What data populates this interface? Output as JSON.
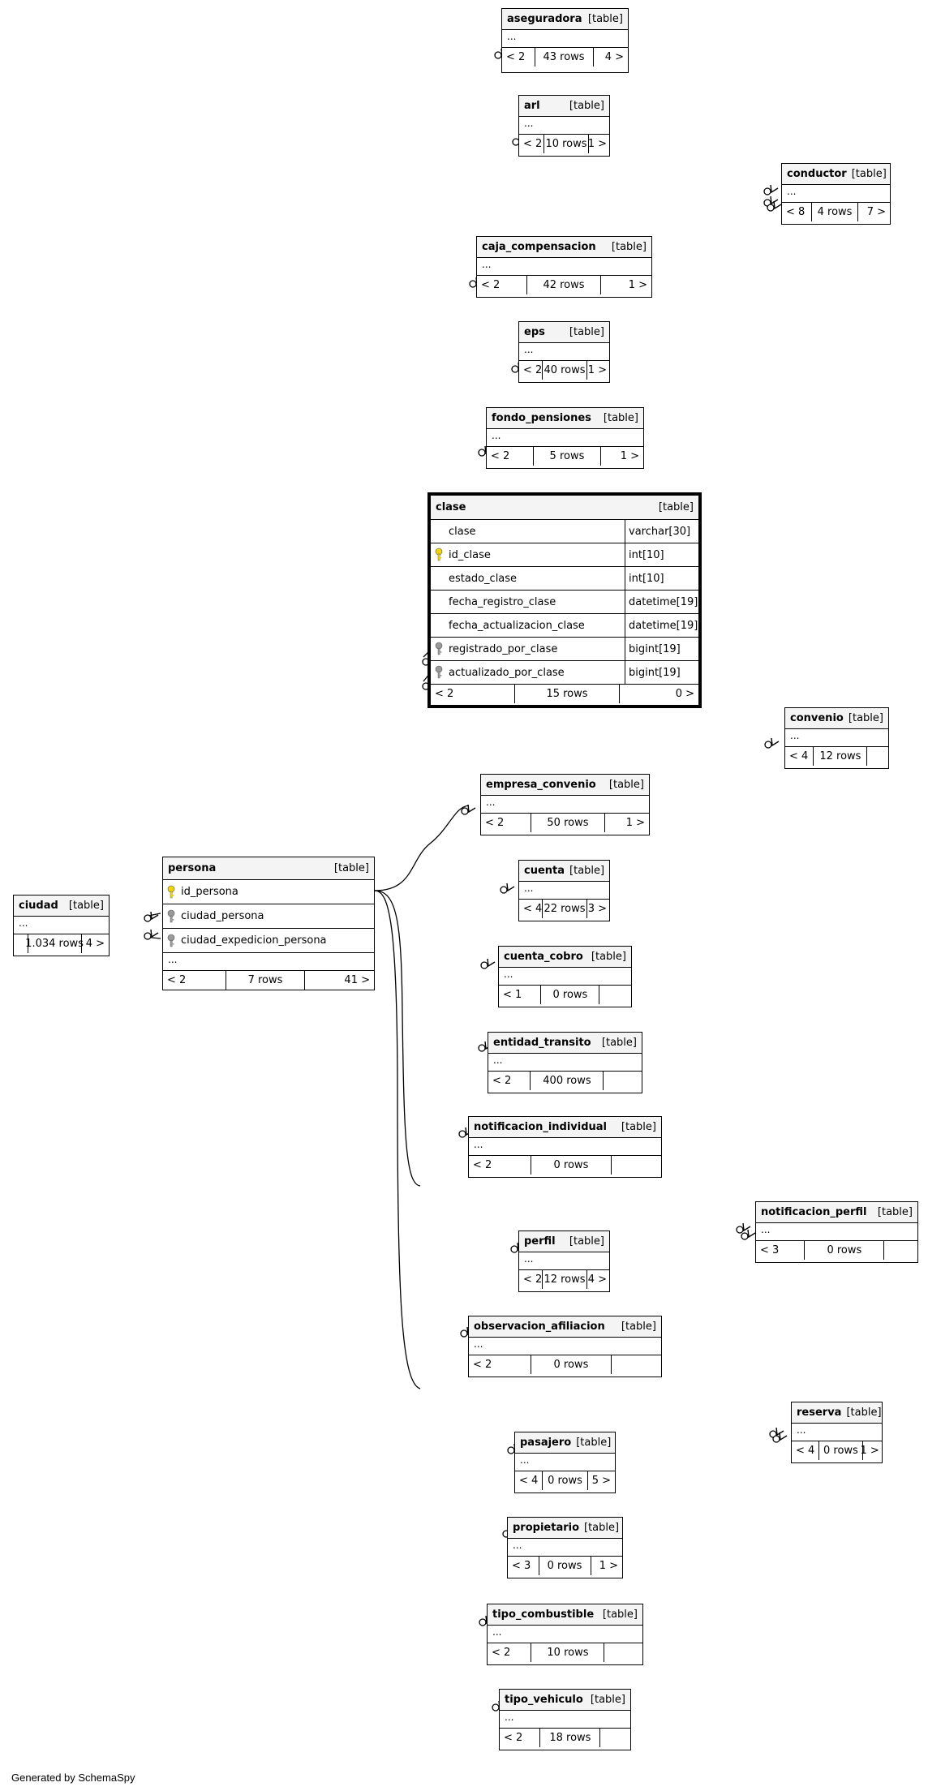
{
  "footer": "Generated by SchemaSpy",
  "tables": [
    {
      "id": "aseguradora",
      "name": "aseguradora",
      "kind": "[table]",
      "dots": "...",
      "foot": [
        "< 2",
        "43 rows",
        "4 >"
      ]
    },
    {
      "id": "arl",
      "name": "arl",
      "kind": "[table]",
      "dots": "...",
      "foot": [
        "< 2",
        "10 rows",
        "1 >"
      ]
    },
    {
      "id": "conductor",
      "name": "conductor",
      "kind": "[table]",
      "dots": "...",
      "foot": [
        "< 8",
        "4 rows",
        "7 >"
      ]
    },
    {
      "id": "caja_compensacion",
      "name": "caja_compensacion",
      "kind": "[table]",
      "dots": "...",
      "foot": [
        "< 2",
        "42 rows",
        "1 >"
      ]
    },
    {
      "id": "eps",
      "name": "eps",
      "kind": "[table]",
      "dots": "...",
      "foot": [
        "< 2",
        "40 rows",
        "1 >"
      ]
    },
    {
      "id": "fondo_pensiones",
      "name": "fondo_pensiones",
      "kind": "[table]",
      "dots": "...",
      "foot": [
        "< 2",
        "5 rows",
        "1 >"
      ]
    },
    {
      "id": "convenio",
      "name": "convenio",
      "kind": "[table]",
      "dots": "...",
      "foot": [
        "< 4",
        "12 rows",
        ""
      ]
    },
    {
      "id": "empresa_convenio",
      "name": "empresa_convenio",
      "kind": "[table]",
      "dots": "...",
      "foot": [
        "< 2",
        "50 rows",
        "1 >"
      ]
    },
    {
      "id": "ciudad",
      "name": "ciudad",
      "kind": "[table]",
      "dots": "...",
      "foot": [
        "",
        "1.034 rows",
        "4 >"
      ]
    },
    {
      "id": "cuenta",
      "name": "cuenta",
      "kind": "[table]",
      "dots": "...",
      "foot": [
        "< 4",
        "22 rows",
        "3 >"
      ]
    },
    {
      "id": "cuenta_cobro",
      "name": "cuenta_cobro",
      "kind": "[table]",
      "dots": "...",
      "foot": [
        "< 1",
        "0 rows",
        ""
      ]
    },
    {
      "id": "entidad_transito",
      "name": "entidad_transito",
      "kind": "[table]",
      "dots": "...",
      "foot": [
        "< 2",
        "400 rows",
        ""
      ]
    },
    {
      "id": "notificacion_individual",
      "name": "notificacion_individual",
      "kind": "[table]",
      "dots": "...",
      "foot": [
        "< 2",
        "0 rows",
        ""
      ]
    },
    {
      "id": "notificacion_perfil",
      "name": "notificacion_perfil",
      "kind": "[table]",
      "dots": "...",
      "foot": [
        "< 3",
        "0 rows",
        ""
      ]
    },
    {
      "id": "perfil",
      "name": "perfil",
      "kind": "[table]",
      "dots": "...",
      "foot": [
        "< 2",
        "12 rows",
        "4 >"
      ]
    },
    {
      "id": "observacion_afiliacion",
      "name": "observacion_afiliacion",
      "kind": "[table]",
      "dots": "...",
      "foot": [
        "< 2",
        "0 rows",
        ""
      ]
    },
    {
      "id": "reserva",
      "name": "reserva",
      "kind": "[table]",
      "dots": "...",
      "foot": [
        "< 4",
        "0 rows",
        "1 >"
      ]
    },
    {
      "id": "pasajero",
      "name": "pasajero",
      "kind": "[table]",
      "dots": "...",
      "foot": [
        "< 4",
        "0 rows",
        "5 >"
      ]
    },
    {
      "id": "propietario",
      "name": "propietario",
      "kind": "[table]",
      "dots": "...",
      "foot": [
        "< 3",
        "0 rows",
        "1 >"
      ]
    },
    {
      "id": "tipo_combustible",
      "name": "tipo_combustible",
      "kind": "[table]",
      "dots": "...",
      "foot": [
        "< 2",
        "10 rows",
        ""
      ]
    },
    {
      "id": "tipo_vehiculo",
      "name": "tipo_vehiculo",
      "kind": "[table]",
      "dots": "...",
      "foot": [
        "< 2",
        "18 rows",
        ""
      ]
    }
  ],
  "clase": {
    "name": "clase",
    "kind": "[table]",
    "columns": [
      {
        "name": "clase",
        "type": "varchar[30]",
        "key": "none"
      },
      {
        "name": "id_clase",
        "type": "int[10]",
        "key": "primary"
      },
      {
        "name": "estado_clase",
        "type": "int[10]",
        "key": "none"
      },
      {
        "name": "fecha_registro_clase",
        "type": "datetime[19]",
        "key": "none"
      },
      {
        "name": "fecha_actualizacion_clase",
        "type": "datetime[19]",
        "key": "none"
      },
      {
        "name": "registrado_por_clase",
        "type": "bigint[19]",
        "key": "foreign"
      },
      {
        "name": "actualizado_por_clase",
        "type": "bigint[19]",
        "key": "foreign"
      }
    ],
    "foot": [
      "< 2",
      "15 rows",
      "0 >"
    ]
  },
  "persona": {
    "name": "persona",
    "kind": "[table]",
    "columns": [
      {
        "name": "id_persona",
        "key": "primary"
      },
      {
        "name": "ciudad_persona",
        "key": "foreign"
      },
      {
        "name": "ciudad_expedicion_persona",
        "key": "foreign"
      }
    ],
    "dots": "...",
    "foot": [
      "< 2",
      "7 rows",
      "41 >"
    ]
  },
  "colors": {
    "primary_key": "#f2d500",
    "foreign_key": "#9a9a9a",
    "border": "#000000",
    "header_bg": "#f4f4f4"
  }
}
